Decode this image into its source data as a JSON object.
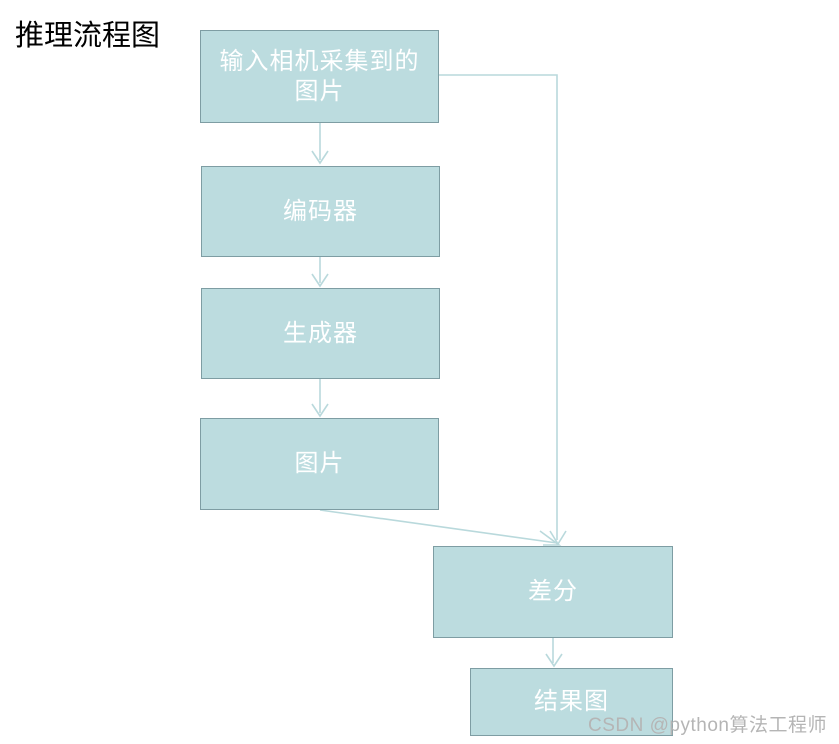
{
  "title": "推理流程图",
  "watermark": "CSDN @python算法工程师",
  "colors": {
    "node_fill": "#bcdcdf",
    "node_border": "#7e9da3",
    "node_text": "#ffffff",
    "connector": "#b9d9dc",
    "title_text": "#000000",
    "watermark_text": "#b5b5b5",
    "background": "#ffffff"
  },
  "diagram": {
    "type": "flowchart",
    "orientation": "top-to-bottom",
    "nodes": [
      {
        "id": "input",
        "label": "输入相机采集到的图片"
      },
      {
        "id": "encoder",
        "label": "编码器"
      },
      {
        "id": "generator",
        "label": "生成器"
      },
      {
        "id": "image",
        "label": "图片"
      },
      {
        "id": "diff",
        "label": "差分"
      },
      {
        "id": "result",
        "label": "结果图"
      }
    ],
    "edges": [
      {
        "from": "input",
        "to": "encoder",
        "style": "straight-arrow"
      },
      {
        "from": "encoder",
        "to": "generator",
        "style": "straight-arrow"
      },
      {
        "from": "generator",
        "to": "image",
        "style": "straight-arrow"
      },
      {
        "from": "image",
        "to": "diff",
        "style": "diagonal-arrow"
      },
      {
        "from": "input",
        "to": "diff",
        "style": "elbow-arrow"
      },
      {
        "from": "diff",
        "to": "result",
        "style": "straight-arrow"
      }
    ]
  }
}
